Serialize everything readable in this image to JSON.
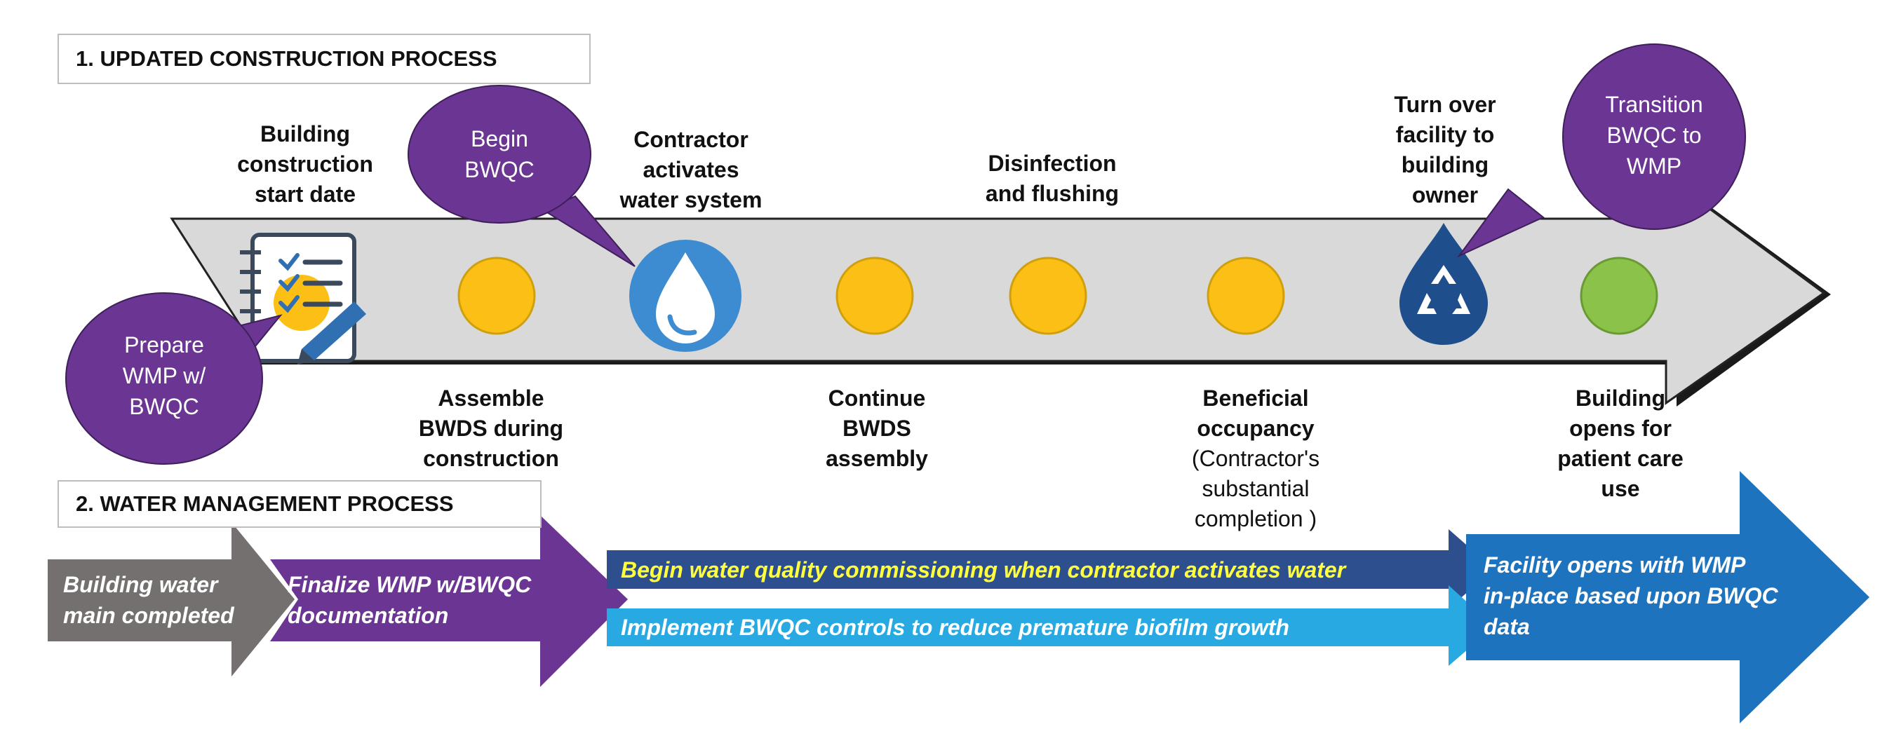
{
  "sections": {
    "construction_title": "1. UPDATED CONSTRUCTION PROCESS",
    "water_title": "2. WATER MANAGEMENT PROCESS"
  },
  "labels_top": {
    "building_start": "Building\nconstruction\nstart date",
    "contractor_activates": "Contractor\nactivates\nwater system",
    "disinfection": "Disinfection\nand flushing",
    "turn_over": "Turn over\nfacility to\nbuilding\nowner"
  },
  "labels_bottom": {
    "assemble": "Assemble\nBWDS during\nconstruction",
    "continue": "Continue\nBWDS\nassembly",
    "beneficial": "Beneficial\noccupancy",
    "beneficial_note": "(Contractor's\nsubstantial\ncompletion )",
    "opens": "Building\nopens for\npatient care\nuse"
  },
  "bubbles": {
    "begin": "Begin\nBWQC",
    "prepare": "Prepare\nWMP w/\nBWQC",
    "transition": "Transition\nBWQC to\nWMP"
  },
  "water_process": {
    "main_completed": "Building water\nmain completed",
    "finalize": "Finalize WMP w/BWQC\ndocumentation",
    "begin_commissioning": "Begin water quality commissioning when contractor activates water",
    "implement_controls": "Implement BWQC controls to reduce premature biofilm growth",
    "facility_opens": "Facility opens with WMP\nin-place based upon BWQC\ndata"
  },
  "colors": {
    "purple": "#6b3593",
    "yellow_dot": "#fbbf16",
    "green_dot": "#8bc34a",
    "drop_blue": "#3d8bd0",
    "dark_blue": "#1f4e8c",
    "gray_arrow": "#757070",
    "navy_bar": "#2e4f8e",
    "cyan_bar": "#29a9e1",
    "big_blue": "#1e73be",
    "timeline_gray": "#d9d9d9",
    "highlight_text": "#ffff3c"
  },
  "icons": [
    "checklist-icon",
    "water-drop-icon",
    "recycle-drop-icon"
  ]
}
